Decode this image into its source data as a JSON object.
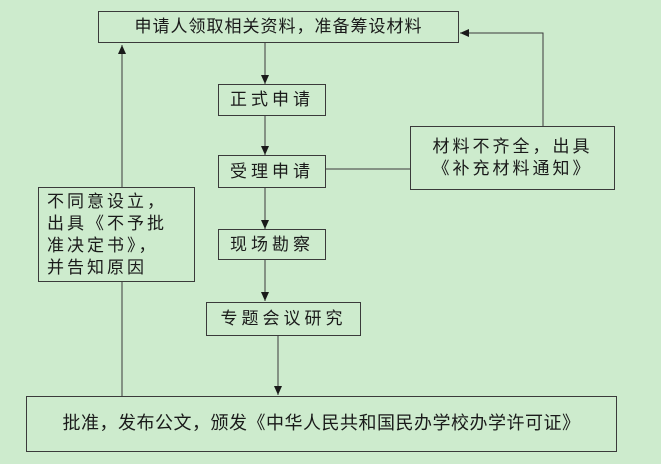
{
  "nodes": {
    "prepare": "申请人领取相关资料，准备筹设材料",
    "formal": "正式申请",
    "accept": "受理申请",
    "inspect": "现场勘察",
    "meeting": "专题会议研究",
    "approve": "批准，发布公文，颁发《中华人民共和国民办学校办学许可证》",
    "incomplete": [
      "材料不齐全，出具",
      "《补充材料通知》"
    ],
    "reject": [
      "不同意设立，",
      "出具《不予批",
      "准决定书》，",
      "并告知原因"
    ]
  },
  "colors": {
    "background": "#cdebcd",
    "line": "#3a3a3a",
    "text": "#1a1a1a"
  }
}
